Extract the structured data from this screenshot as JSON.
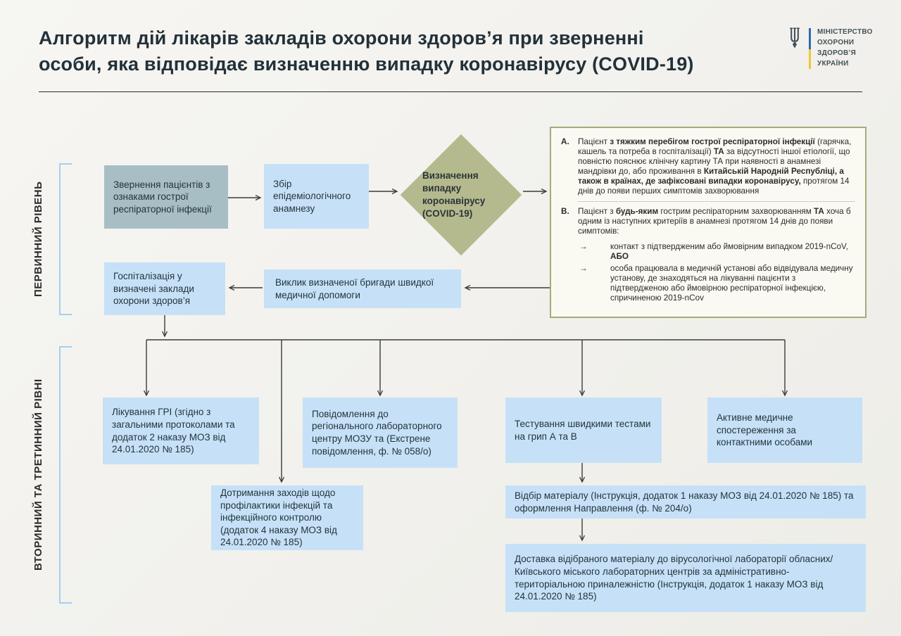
{
  "header": {
    "title_line1": "Алгоритм дій лікарів закладів охорони здоров’я при зверненні",
    "title_line2": "особи, яка відповідає визначенню випадку коронавірусу (COVID-19)"
  },
  "logo": {
    "lines": [
      "МІНІСТЕРСТВО",
      "ОХОРОНИ",
      "ЗДОРОВ’Я",
      "УКРАЇНИ"
    ]
  },
  "levels": {
    "primary": "ПЕРВИННИЙ РІВЕНЬ",
    "secondary": "ВТОРИННИЙ ТА ТРЕТИННИЙ РІВНІ"
  },
  "flow": {
    "referral": "Звернення пацієнтів з ознаками гострої респіраторної інфекції",
    "anamnesis": "Збір епідеміологічного анамнезу",
    "case_definition": "Визначення випадку коронавірусу (COVID-19)",
    "hospitalization": "Госпіталізація у визначені заклади охорони здоров’я",
    "ambulance": "Виклик визначеної бригади швидкої медичної допомоги",
    "treatment": "Лікування ГРІ (згідно з загальними протоколами та додаток 2 наказу МОЗ від 24.01.2020 № 185)",
    "notification": "Повідомлення до регіонального лабораторного центру МОЗУ та (Екстрене повідомлення, ф. № 058/о)",
    "compliance": "Дотримання заходів щодо профілактики інфекцій та інфекційного контролю (додаток 4 наказу МОЗ від 24.01.2020 № 185)",
    "testing": "Тестування швидкими тестами на грип А та В",
    "observation": "Активне медичне спостереження за контактними особами",
    "sampling": "Відбір матеріалу (Інструкція, додаток 1 наказу МОЗ від 24.01.2020 № 185) та оформлення Направлення (ф. № 204/о)",
    "delivery": "Доставка відібраного матеріалу до вірусологічної лабораторії обласних/Київського міського лабораторних центрів за адміністративно-територіальною приналежністю (Інструкція, додаток 1 наказу МОЗ від 24.01.2020 № 185)"
  },
  "criteria": {
    "item_a_label": "А.",
    "item_a_segments": [
      {
        "text": "Пацієнт "
      },
      {
        "text": "з тяжким перебігом гострої респіраторної інфекції",
        "bold": true
      },
      {
        "text": " (гарячка, кашель та потреба в госпіталізації) "
      },
      {
        "text": "ТА",
        "bold": true
      },
      {
        "text": " за відсутності іншої етіології, що повністю пояснює клінічну картину ТА при наявності в анамнезі мандрівки до, або проживання в "
      },
      {
        "text": "Китайській Народній Республіці, а також в країнах, де зафіксовані випадки коронавірусу,",
        "bold": true
      },
      {
        "text": " протягом 14 днів до появи перших симптомів захворювання"
      }
    ],
    "item_b_label": "В.",
    "item_b_segments": [
      {
        "text": "Пацієнт з "
      },
      {
        "text": "будь-яким",
        "bold": true
      },
      {
        "text": " гострим респіраторним захворюванням "
      },
      {
        "text": "ТА",
        "bold": true
      },
      {
        "text": " хоча б одним із наступних критеріїв в анамнезі протягом 14 днів до появи симптомів:"
      }
    ],
    "bullets": [
      {
        "marker": "→",
        "segments": [
          {
            "text": "контакт з підтвердженим або ймовірним випадком 2019-nCoV, "
          },
          {
            "text": "АБО",
            "bold": true
          }
        ]
      },
      {
        "marker": "→",
        "segments": [
          {
            "text": "особа працювала в медичній установі або відвідувала медичну установу, де знаходяться на лікуванні пацієнти з підтвердженою або ймовірною респіраторної інфекцією, спричиненою 2019-nCov"
          }
        ]
      }
    ]
  },
  "colors": {
    "page_bg": "#f2f1ec",
    "text_dark": "#22313a",
    "box_blue": "#c6e1f7",
    "box_gray": "#a7bec4",
    "diamond": "#b4ba8e",
    "criteria_border": "#a6aa79",
    "criteria_bg": "#fbfaf2",
    "bracket": "#a5d0ef",
    "line": "#3b3b3b",
    "flag_blue": "#2b6cb4",
    "flag_yellow": "#efc72e"
  }
}
